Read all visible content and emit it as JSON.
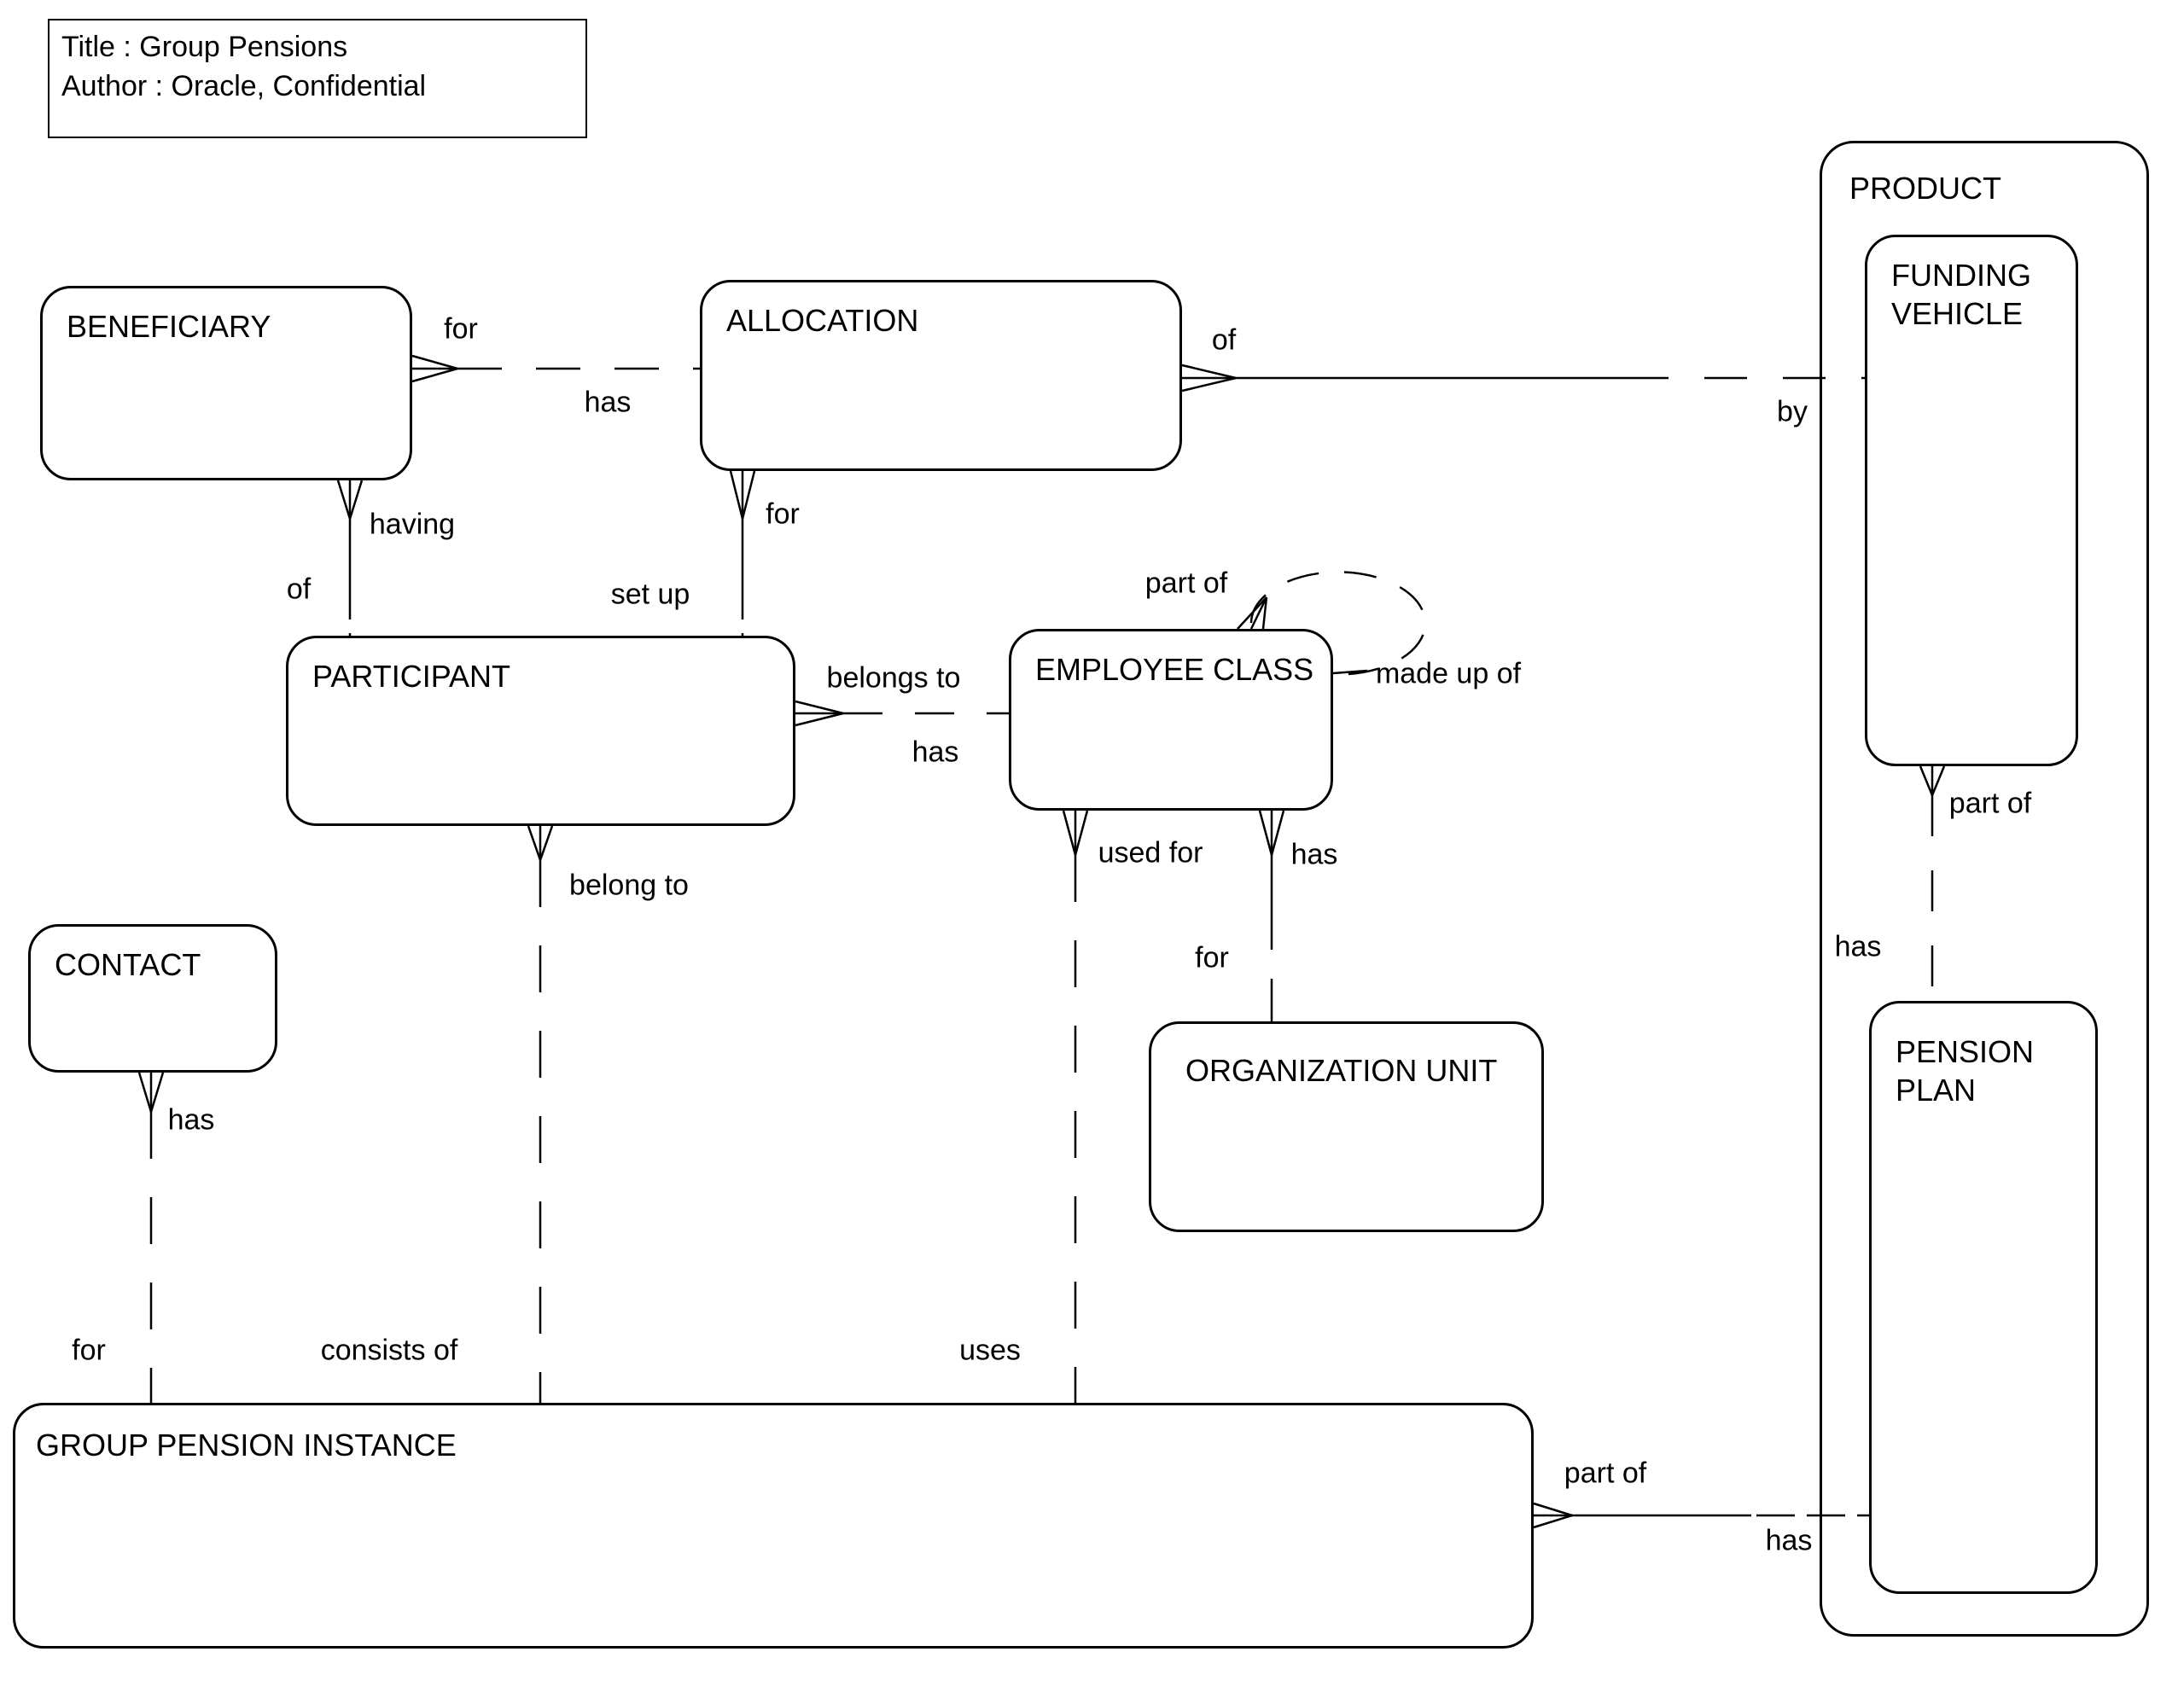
{
  "title_block": {
    "title_line": "Title : Group Pensions",
    "author_line": "Author : Oracle, Confidential"
  },
  "entities": {
    "beneficiary": {
      "label": "BENEFICIARY"
    },
    "allocation": {
      "label": "ALLOCATION"
    },
    "participant": {
      "label": "PARTICIPANT"
    },
    "employee_class": {
      "label": "EMPLOYEE CLASS"
    },
    "contact": {
      "label": "CONTACT"
    },
    "organization_unit": {
      "label": "ORGANIZATION UNIT"
    },
    "group_pension_instance": {
      "label": "GROUP PENSION INSTANCE"
    },
    "product": {
      "label": "PRODUCT"
    },
    "funding_vehicle": {
      "line1": "FUNDING",
      "line2": "VEHICLE"
    },
    "pension_plan": {
      "line1": "PENSION",
      "line2": "PLAN"
    }
  },
  "relationship_labels": {
    "ben_alloc_for": "for",
    "ben_alloc_has": "has",
    "alloc_fv_of": "of",
    "alloc_fv_by": "by",
    "ben_part_having": "having",
    "ben_part_of": "of",
    "alloc_part_for": "for",
    "alloc_part_setup": "set up",
    "part_ec_belongs_to": "belongs to",
    "part_ec_has": "has",
    "ec_self_part_of": "part of",
    "ec_self_made_up_of": "made up of",
    "ec_gpi_used_for": "used for",
    "ec_gpi_uses": "uses",
    "ec_ou_has": "has",
    "ec_ou_for": "for",
    "part_gpi_belong_to": "belong to",
    "part_gpi_consists_of": "consists of",
    "contact_gpi_has": "has",
    "contact_gpi_for": "for",
    "fv_pp_part_of": "part of",
    "fv_pp_has": "has",
    "gpi_pp_part_of": "part of",
    "gpi_pp_has": "has"
  },
  "colors": {
    "stroke": "#000000",
    "background": "#ffffff"
  }
}
